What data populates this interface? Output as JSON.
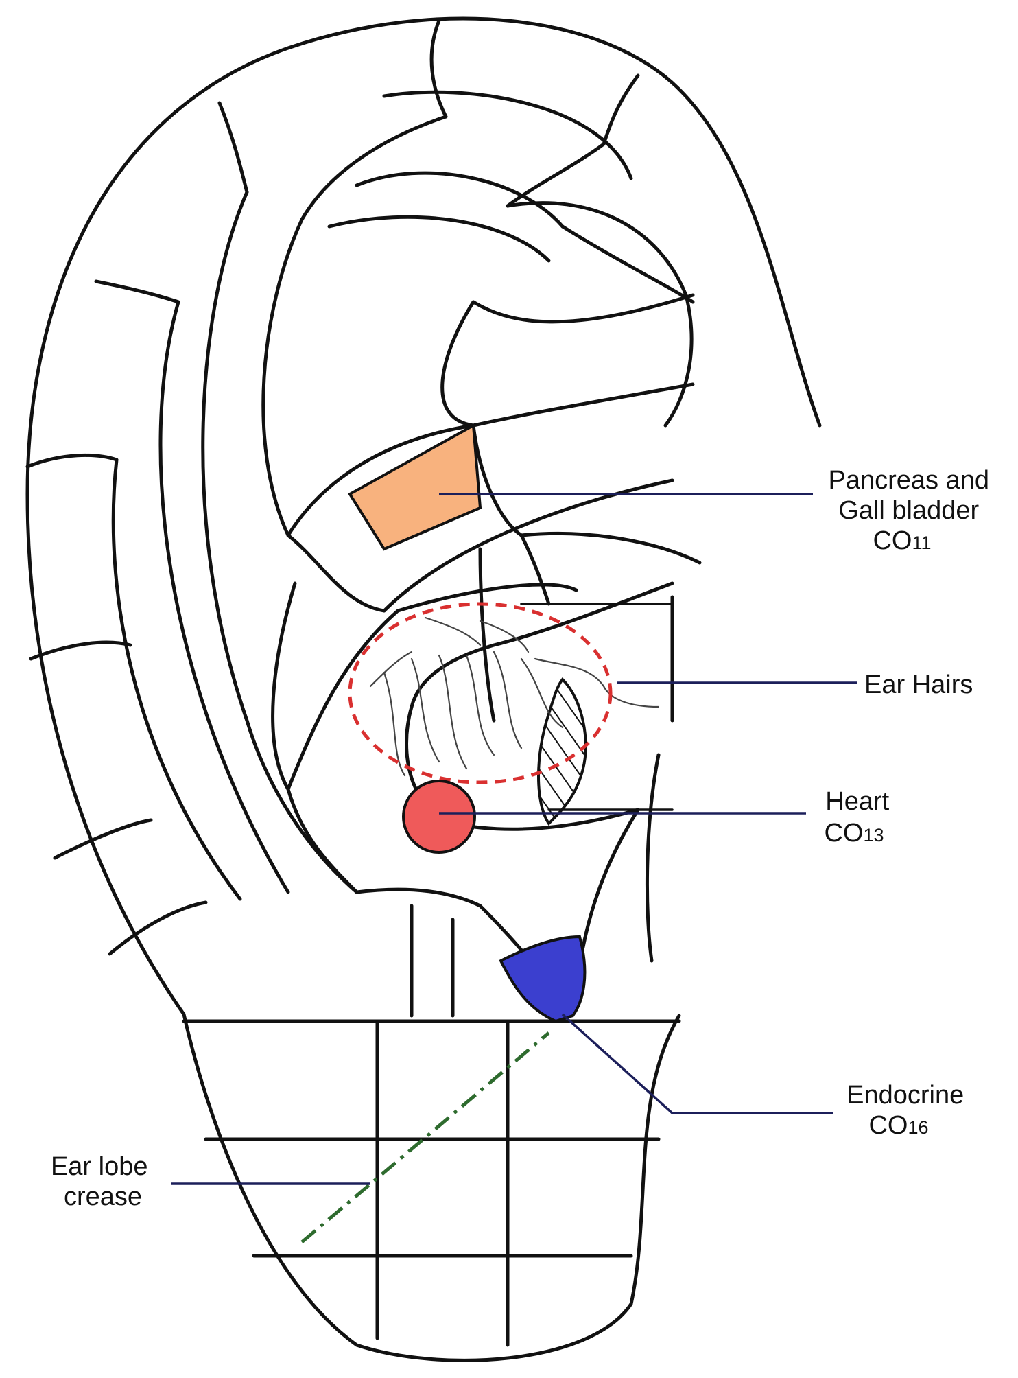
{
  "diagram": {
    "colors": {
      "pancreas": "#f8b27e",
      "heart": "#ef5a5a",
      "endocrine": "#3b3fcf",
      "hairs_circle": "#d93030",
      "crease": "#2e6b2e",
      "leader": "#1c1f5a"
    },
    "labels": {
      "pancreas": {
        "line1": "Pancreas and",
        "line2": "Gall bladder",
        "code_prefix": "CO",
        "code_num": "11"
      },
      "ear_hairs": {
        "line1": "Ear Hairs"
      },
      "heart": {
        "line1": "Heart",
        "code_prefix": "CO",
        "code_num": "13"
      },
      "endocrine": {
        "line1": "Endocrine",
        "code_prefix": "CO",
        "code_num": "16"
      },
      "crease": {
        "line1": "Ear lobe",
        "line2": "crease"
      }
    }
  }
}
